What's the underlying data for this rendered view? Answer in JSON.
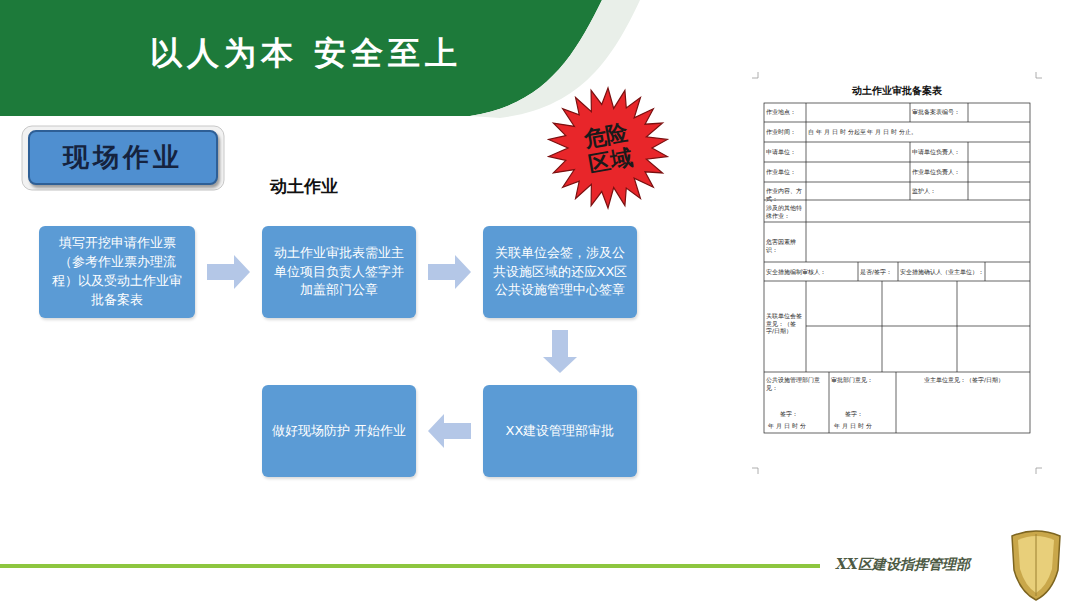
{
  "diagram": {
    "title": "以人为本 安全至上",
    "nodes": [
      {
        "text": [
          "现场作业"
        ]
      },
      {
        "text": [
          "危险区域"
        ]
      },
      {
        "text": [
          "填写开挖申请作业票（参考作业票办理流程）以及受动土作业审批备案表"
        ]
      },
      {
        "text": [
          "动土作业审批表需业主单位项目负责人签字并加盖部门公章"
        ]
      },
      {
        "text": [
          "关联单位会签，涉及公共设施区域的还应XX区公共设施管理中心签章"
        ]
      },
      {
        "text": [
          "XX建设管理部审批"
        ]
      },
      {
        "text": [
          "做好现场防护 开始作业"
        ]
      }
    ],
    "edges": [
      {
        "from": 2,
        "to": 3,
        "arrow": "to"
      },
      {
        "from": 3,
        "to": 4,
        "arrow": "to"
      },
      {
        "from": 4,
        "to": 5,
        "arrow": "to"
      },
      {
        "from": 5,
        "to": 6,
        "arrow": "to"
      }
    ],
    "labels": [
      "动土作业",
      "动土作业审批备案表",
      "作业地点：",
      "审批备案表编号：",
      "作业时间：",
      "自 年 月 日 时 分起至 年 月 日 时 分止。",
      "申请单位：",
      "申请单位负责人：",
      "作业单位：",
      "作业单位负责人：",
      "作业内容、方式：",
      "监护人：",
      "涉及的其他特殊作业：",
      "危害因素辨识：",
      "安全措施编制审核人：",
      "是否/签字：",
      "安全措施确认人（业主单位）：",
      "关联单位会签意见：（签字/日期）",
      "公共设施管理部门意见：",
      "审批部门意见：",
      "业主单位意见：（签字/日期）",
      "签字：",
      "年 月 日 时 分",
      "签字：",
      "年 月 日 时 分",
      "XX区建设指挥管理部"
    ]
  }
}
